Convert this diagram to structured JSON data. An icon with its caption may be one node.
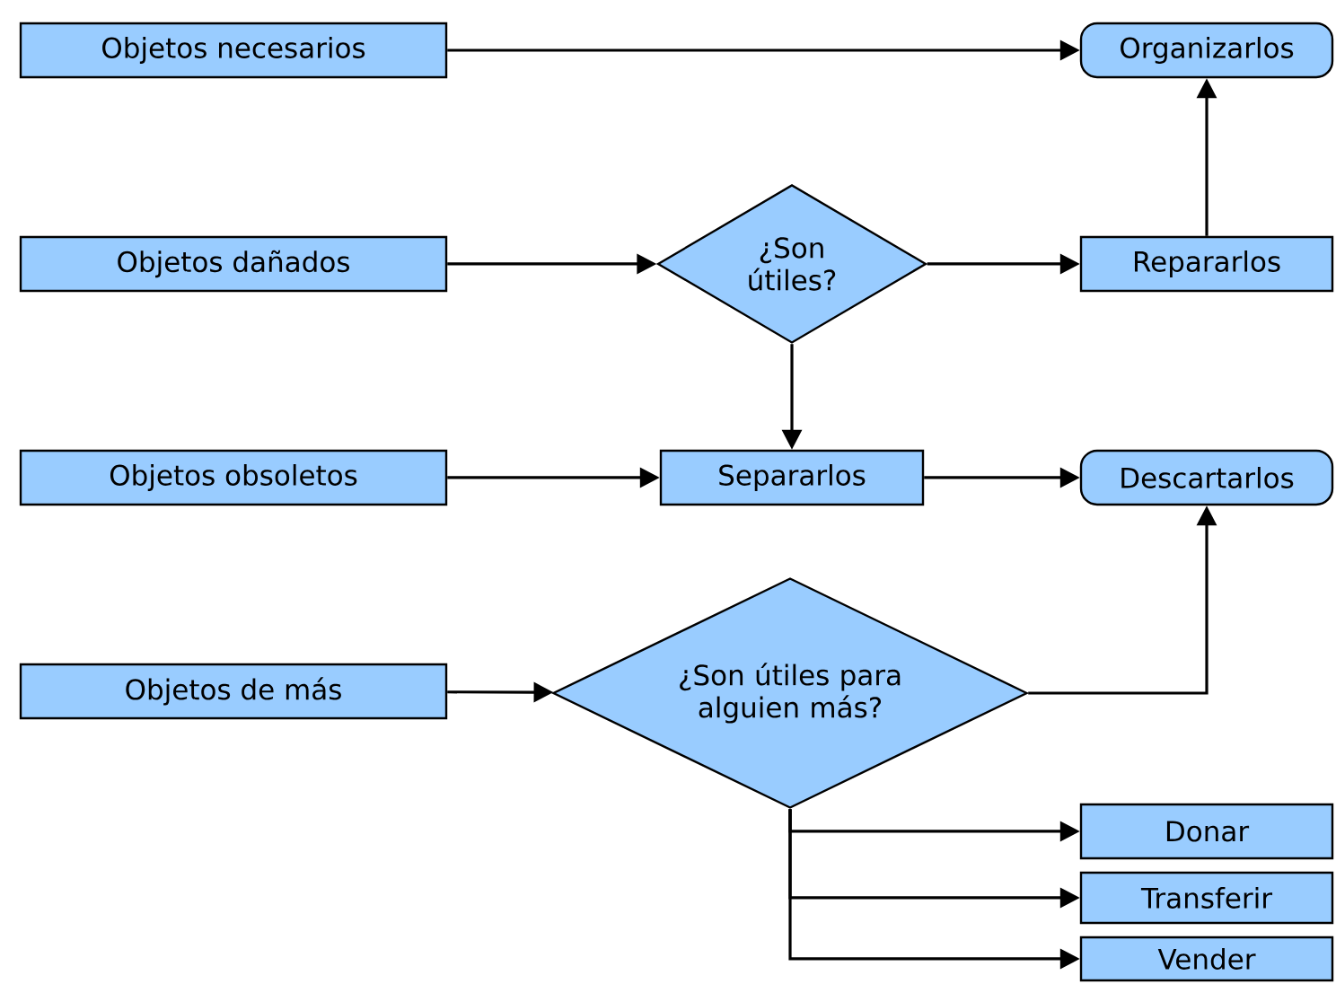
{
  "diagram": {
    "nodes": [
      {
        "text": [
          "Objetos necesarios"
        ]
      },
      {
        "text": [
          "Organizarlos"
        ]
      },
      {
        "text": [
          "Objetos dañados"
        ]
      },
      {
        "text": [
          "¿Son útiles?"
        ]
      },
      {
        "text": [
          "Repararlos"
        ]
      },
      {
        "text": [
          "Objetos obsoletos"
        ]
      },
      {
        "text": [
          "Separarlos"
        ]
      },
      {
        "text": [
          "Descartarlos"
        ]
      },
      {
        "text": [
          "Objetos de más"
        ]
      },
      {
        "text": [
          "¿Son útiles para alguien más?"
        ]
      },
      {
        "text": [
          "Donar"
        ]
      },
      {
        "text": [
          "Transferir"
        ]
      },
      {
        "text": [
          "Vender"
        ]
      }
    ],
    "edges": [
      {
        "from": 0,
        "to": 1,
        "arrow": "to"
      },
      {
        "from": 2,
        "to": 3,
        "arrow": "to"
      },
      {
        "from": 3,
        "to": 4,
        "arrow": "to"
      },
      {
        "from": 4,
        "to": 1,
        "arrow": "to"
      },
      {
        "from": 3,
        "to": 6,
        "arrow": "to"
      },
      {
        "from": 5,
        "to": 6,
        "arrow": "to"
      },
      {
        "from": 6,
        "to": 7,
        "arrow": "to"
      },
      {
        "from": 8,
        "to": 9,
        "arrow": "to"
      },
      {
        "from": 9,
        "to": 7,
        "arrow": "to"
      },
      {
        "from": 9,
        "to": 10,
        "arrow": "to"
      },
      {
        "from": 9,
        "to": 11,
        "arrow": "to"
      },
      {
        "from": 9,
        "to": 12,
        "arrow": "to"
      }
    ]
  }
}
